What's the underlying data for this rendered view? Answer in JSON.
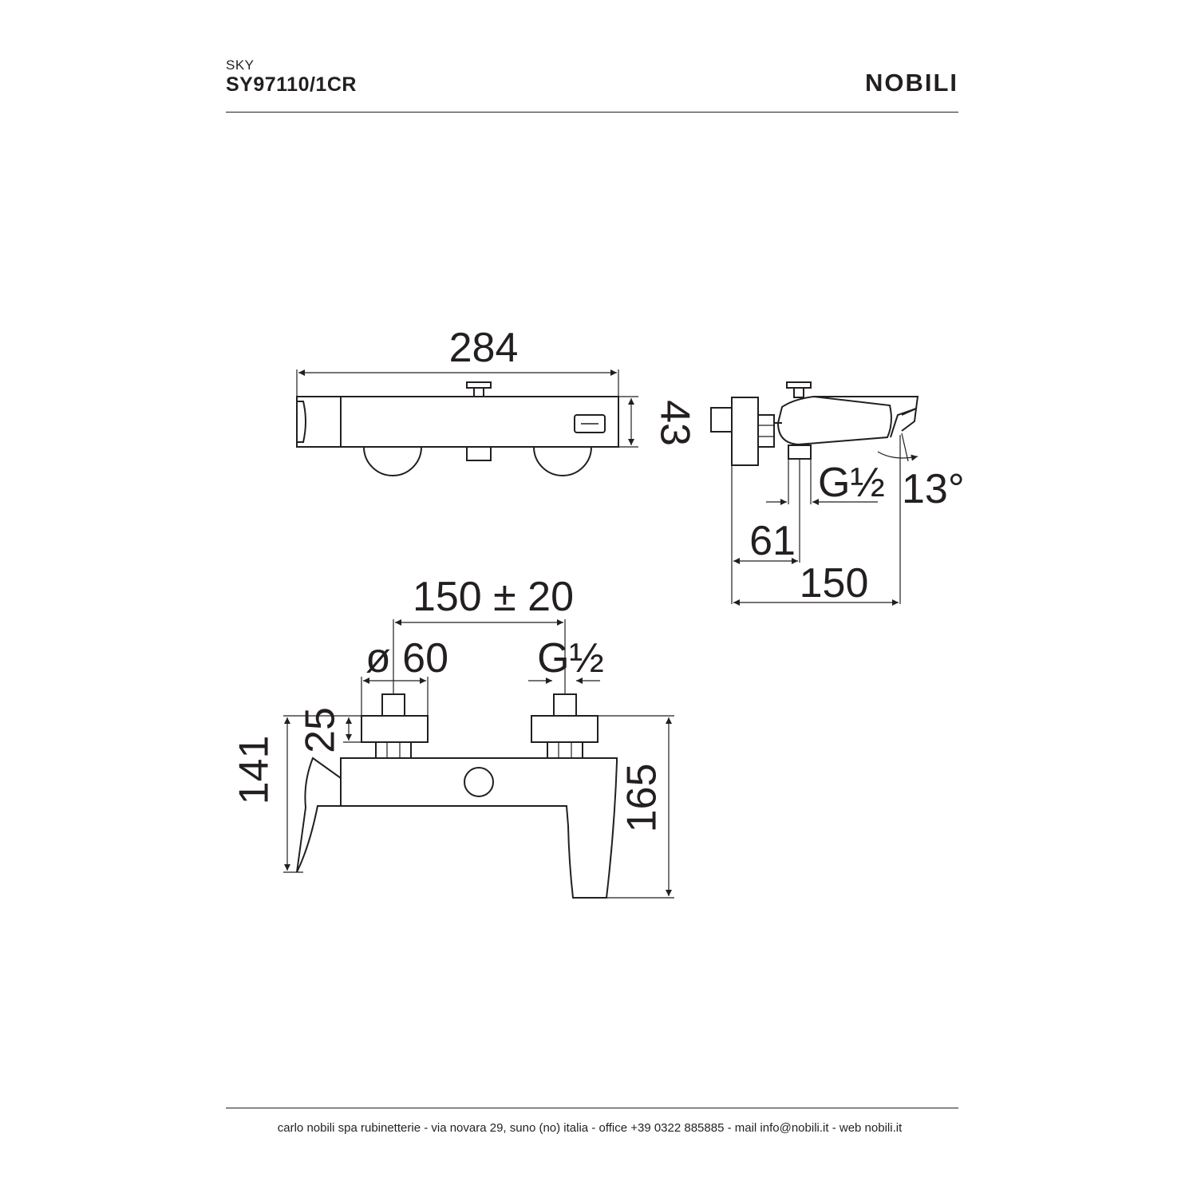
{
  "header": {
    "series": "SKY",
    "code": "SY97110/1CR",
    "brand": "NOBILI"
  },
  "dimensions": {
    "top_width": "284",
    "top_height": "43",
    "side_thread": "G½",
    "side_angle": "13°",
    "side_depth_wall": "61",
    "side_depth_total": "150",
    "front_centers": "150 ± 20",
    "front_diameter": "ø 60",
    "front_thread": "G½",
    "front_flange": "25",
    "front_height_left": "141",
    "front_height_right": "165"
  },
  "footer": {
    "text": "carlo nobili spa rubinetterie - via novara 29, suno (no) italia - office +39 0322 885885 - mail info@nobili.it - web nobili.it"
  },
  "colors": {
    "ink": "#231f20",
    "background": "#ffffff"
  }
}
